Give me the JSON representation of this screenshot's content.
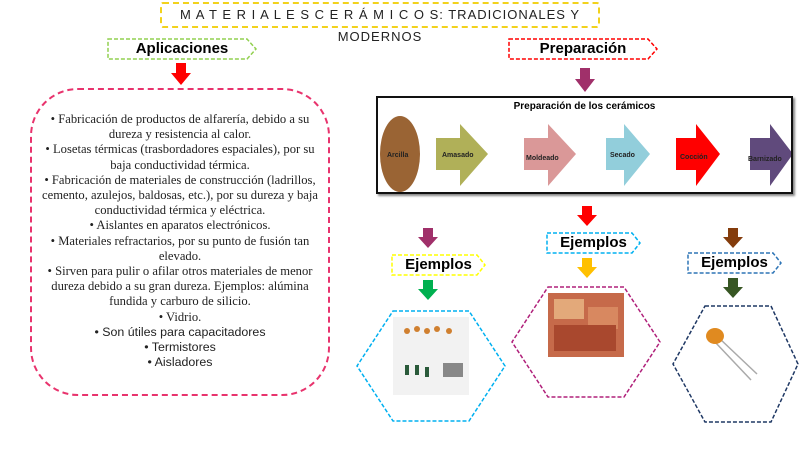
{
  "title": "M A T E R I A L E S C E R Á M I C O S: TRADICIONALES Y MODERNOS",
  "applications": {
    "label": "Aplicaciones",
    "items": [
      "• Fabricación de productos de alfarería, debido a su dureza y resistencia al calor.",
      "• Losetas térmicas (trasbordadores espaciales), por su baja conductividad térmica.",
      "• Fabricación de materiales de construcción (ladrillos, cemento, azulejos, baldosas, etc.), por su dureza y baja conductividad térmica y eléctrica.",
      "• Aislantes en aparatos electrónicos.",
      "• Materiales refractarios, por su punto de fusión tan elevado.",
      "• Sirven para pulir o afilar otros materiales de menor dureza debido a su gran dureza. Ejemplos: alúmina fundida y carburo de silicio.",
      "• Vidrio."
    ],
    "items_sans": [
      "• Son útiles para capacitadores",
      "• Termistores",
      "• Aisladores"
    ]
  },
  "preparation": {
    "label": "Preparación",
    "diagram_title": "Preparación de los cerámicos",
    "steps": [
      {
        "label": "Arcilla",
        "color": "#9a6434"
      },
      {
        "label": "Amasado",
        "color": "#b0b058"
      },
      {
        "label": "Moldeado",
        "color": "#da9898"
      },
      {
        "label": "Secado",
        "color": "#92cedb"
      },
      {
        "label": "Cocción",
        "color": "#ff0000"
      },
      {
        "label": "Barnizado",
        "color": "#604a7c"
      }
    ]
  },
  "examples": {
    "left": "Ejemplos",
    "center": "Ejemplos",
    "right": "Ejemplos"
  }
}
